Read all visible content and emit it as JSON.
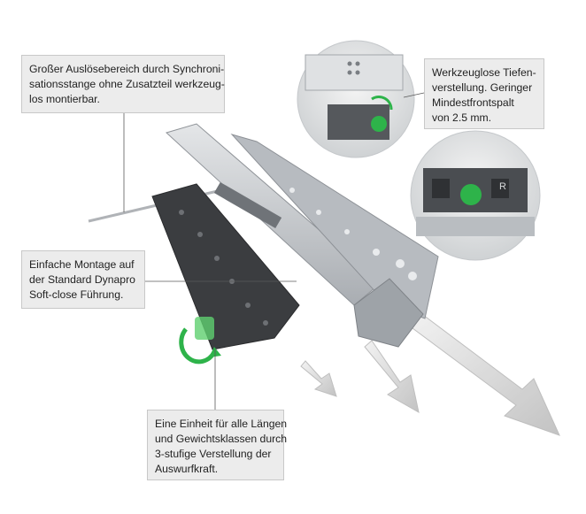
{
  "callouts": [
    {
      "id": "sync-rod",
      "lines": [
        "Großer Auslösebereich durch Synchroni-",
        "sationsstange ohne Zusatzteil werkzeug-",
        "los montierbar."
      ]
    },
    {
      "id": "depth-adjust",
      "lines": [
        "Werkzeuglose Tiefen-",
        "verstellung. Geringer",
        "Mindestfrontspalt",
        "von 2.5 mm."
      ]
    },
    {
      "id": "mounting",
      "lines": [
        "Einfache Montage auf",
        "der Standard Dynapro",
        "Soft-close Führung."
      ]
    },
    {
      "id": "ejection-force",
      "lines": [
        "Eine Einheit für alle Längen",
        "und Gewichtsklassen durch",
        "3-stufige Verstellung der",
        "Auswurfkraft."
      ]
    }
  ],
  "detail_mark": "R",
  "colors": {
    "accent_green": "#2eb34a",
    "callout_bg": "#ececec",
    "metal": "#c9ccd0",
    "dark_plate": "#3b3d40"
  }
}
